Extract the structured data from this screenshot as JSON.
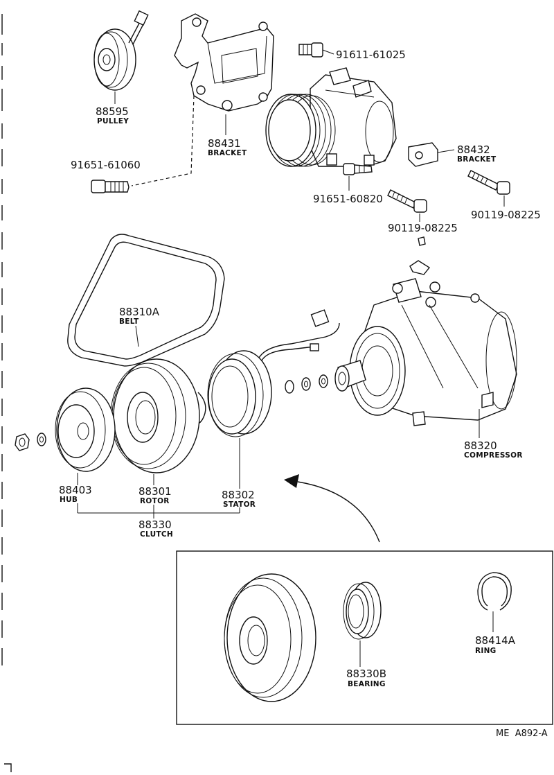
{
  "parts": [
    {
      "key": "pulley",
      "number": "88595",
      "name": "PULLEY"
    },
    {
      "key": "bracket_88431",
      "number": "88431",
      "name": "BRACKET"
    },
    {
      "key": "bolt_91611",
      "number": "91611-61025",
      "name": ""
    },
    {
      "key": "bracket_88432",
      "number": "88432",
      "name": "BRACKET"
    },
    {
      "key": "bolt_91651_61060",
      "number": "91651-61060",
      "name": ""
    },
    {
      "key": "bolt_91651_60820",
      "number": "91651-60820",
      "name": ""
    },
    {
      "key": "bolt_90119_a",
      "number": "90119-08225",
      "name": ""
    },
    {
      "key": "bolt_90119_b",
      "number": "90119-08225",
      "name": ""
    },
    {
      "key": "belt",
      "number": "88310A",
      "name": "BELT"
    },
    {
      "key": "compressor",
      "number": "88320",
      "name": "COMPRESSOR"
    },
    {
      "key": "hub",
      "number": "88403",
      "name": "HUB"
    },
    {
      "key": "rotor",
      "number": "88301",
      "name": "ROTOR"
    },
    {
      "key": "stator",
      "number": "88302",
      "name": "STATOR"
    },
    {
      "key": "clutch",
      "number": "88330",
      "name": "CLUTCH"
    },
    {
      "key": "bearing",
      "number": "88330B",
      "name": "BEARING"
    },
    {
      "key": "ring",
      "number": "88414A",
      "name": "RING"
    }
  ],
  "reference_code": "ME  A892-A"
}
